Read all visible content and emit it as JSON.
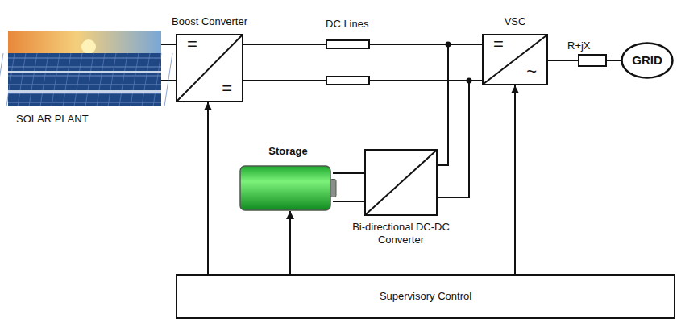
{
  "diagram": {
    "nodes": [
      {
        "text": [
          "SOLAR PLANT"
        ]
      },
      {
        "text": [
          "Boost Converter",
          "=",
          "="
        ]
      },
      {
        "text": [
          "VSC",
          "=",
          "~"
        ]
      },
      {
        "text": [
          "GRID"
        ]
      },
      {
        "text": [
          "Storage"
        ]
      },
      {
        "text": [
          "Bi-directional DC-DC Converter"
        ]
      },
      {
        "text": [
          "Supervisory Control"
        ]
      }
    ],
    "edges": [
      {
        "from": 0,
        "to": 1,
        "arrow": "none"
      },
      {
        "from": 0,
        "to": 1,
        "arrow": "none"
      },
      {
        "from": 1,
        "to": 2,
        "arrow": "none"
      },
      {
        "from": 1,
        "to": 2,
        "arrow": "none"
      },
      {
        "from": 2,
        "to": 3,
        "arrow": "none"
      },
      {
        "from": 4,
        "to": 5,
        "arrow": "none"
      },
      {
        "from": 4,
        "to": 5,
        "arrow": "none"
      },
      {
        "from": 5,
        "to": 2,
        "arrow": "none"
      },
      {
        "from": 5,
        "to": 2,
        "arrow": "none"
      },
      {
        "from": 6,
        "to": 1,
        "arrow": "to"
      },
      {
        "from": 6,
        "to": 4,
        "arrow": "to"
      },
      {
        "from": 6,
        "to": 2,
        "arrow": "to"
      }
    ],
    "labels": [
      "DC Lines",
      "R+jX"
    ]
  }
}
